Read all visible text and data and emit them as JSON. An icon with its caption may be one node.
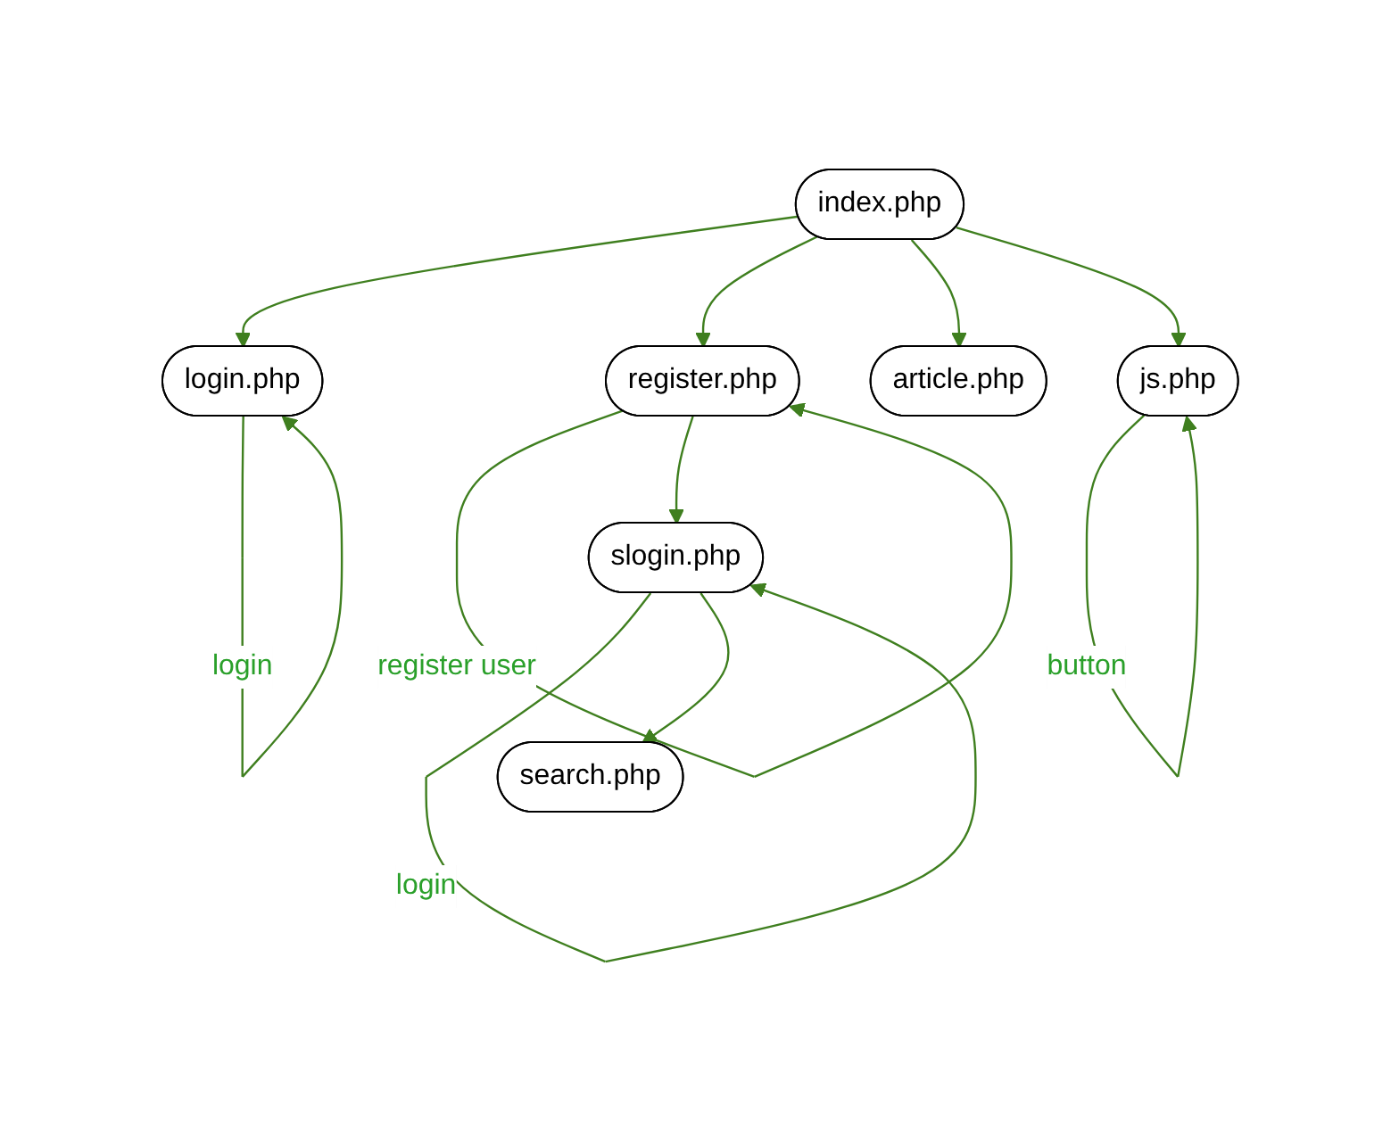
{
  "diagram": {
    "nodes": [
      {
        "text": [
          "index.php"
        ]
      },
      {
        "text": [
          "login.php"
        ]
      },
      {
        "text": [
          "register.php"
        ]
      },
      {
        "text": [
          "article.php"
        ]
      },
      {
        "text": [
          "js.php"
        ]
      },
      {
        "text": [
          "slogin.php"
        ]
      },
      {
        "text": [
          "search.php"
        ]
      }
    ],
    "edges": [
      {
        "from": 0,
        "to": 1,
        "arrow": "to"
      },
      {
        "from": 0,
        "to": 2,
        "arrow": "to"
      },
      {
        "from": 0,
        "to": 3,
        "arrow": "to"
      },
      {
        "from": 0,
        "to": 4,
        "arrow": "to"
      },
      {
        "from": 1,
        "to": 1,
        "label": "login",
        "arrow": "to"
      },
      {
        "from": 2,
        "to": 2,
        "label": "register user",
        "arrow": "to"
      },
      {
        "from": 2,
        "to": 5,
        "arrow": "to"
      },
      {
        "from": 4,
        "to": 4,
        "label": "button",
        "arrow": "to"
      },
      {
        "from": 5,
        "to": 5,
        "label": "login",
        "arrow": "to"
      },
      {
        "from": 5,
        "to": 6,
        "arrow": "to"
      }
    ]
  }
}
